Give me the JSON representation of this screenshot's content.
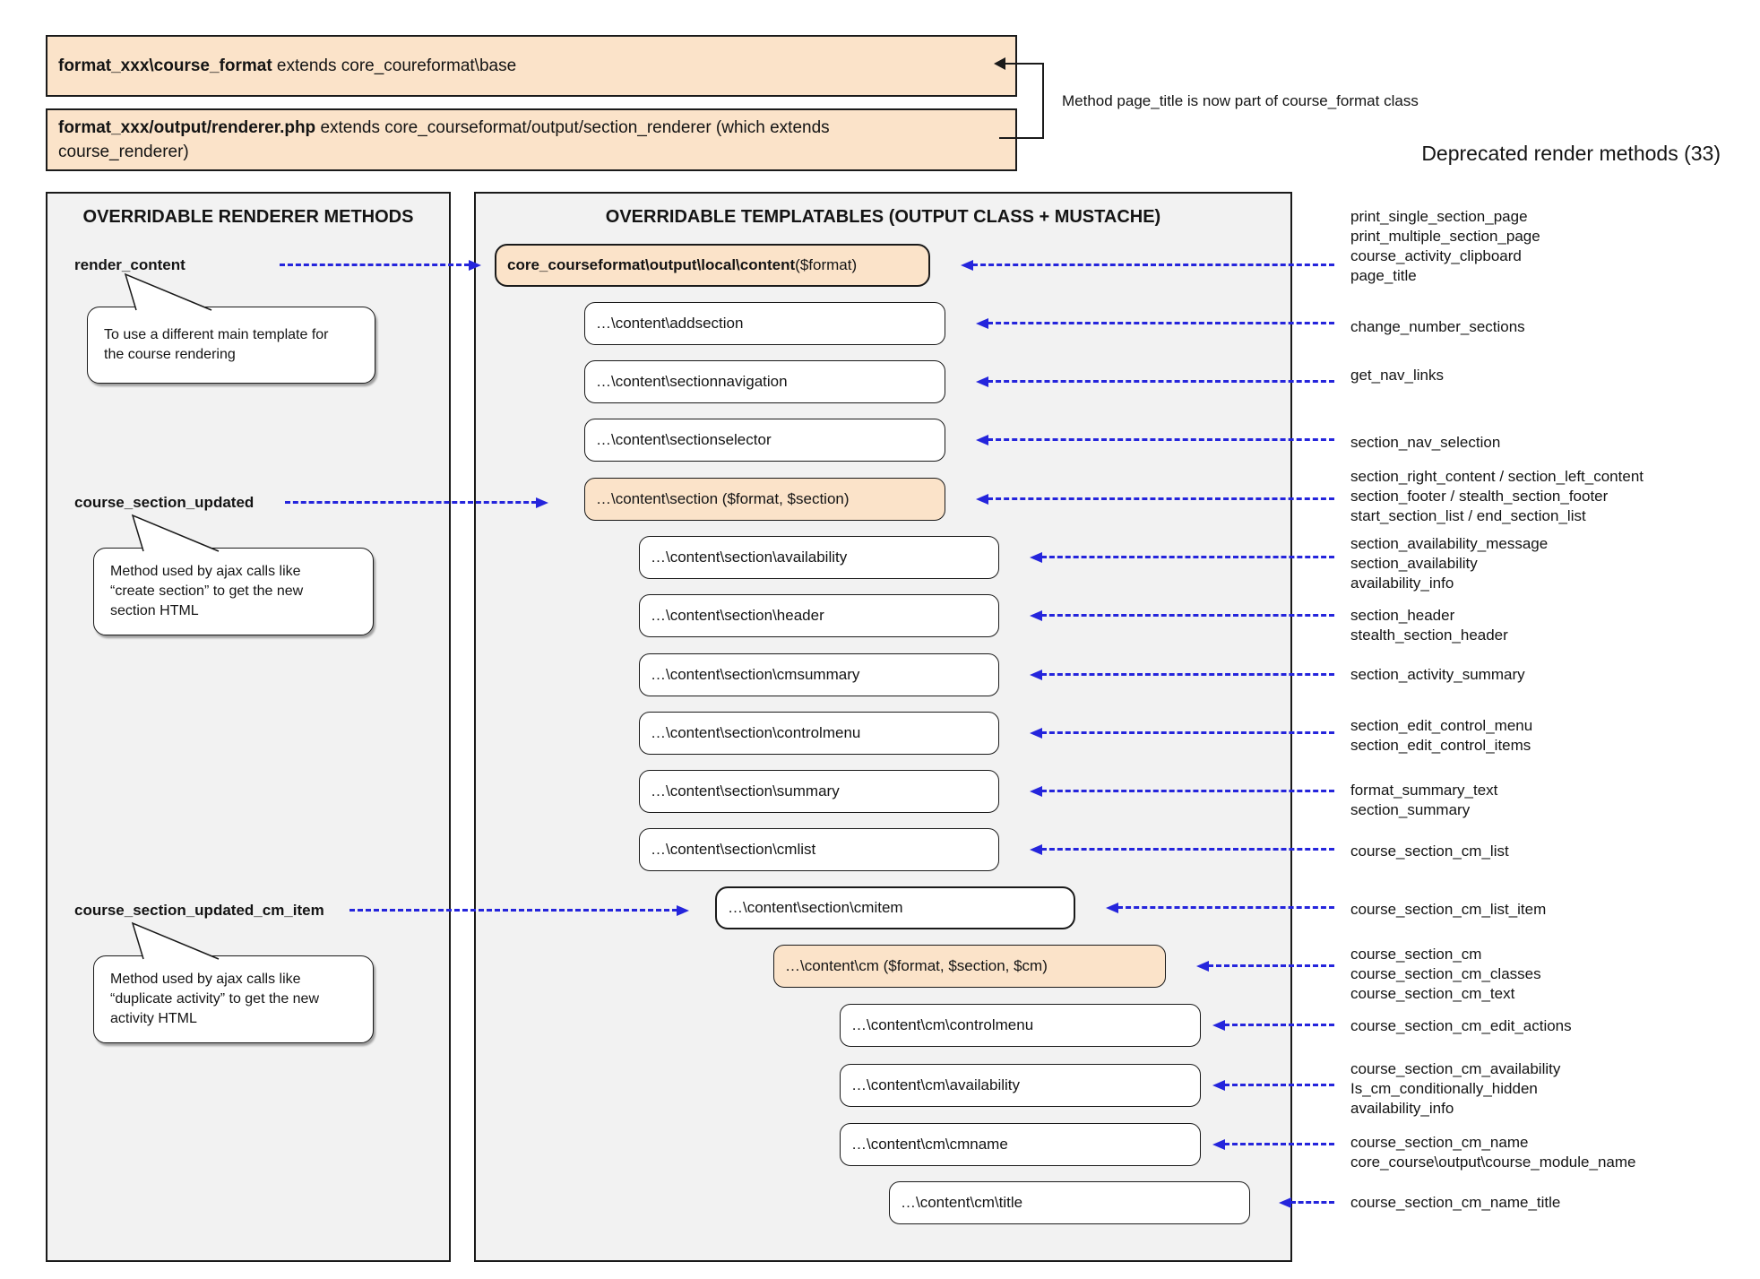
{
  "top": {
    "box1": {
      "bold": "format_xxx\\course_format",
      "rest": " extends core_coureformat\\base"
    },
    "box2": {
      "bold": "format_xxx/output/renderer.php",
      "rest": " extends core_courseformat/output/section_renderer (which extends",
      "line2": "course_renderer)"
    },
    "note": "Method page_title is now part of course_format class",
    "deprecated_title": "Deprecated render methods (33)"
  },
  "left_panel": {
    "title": "OVERRIDABLE RENDERER METHODS",
    "methods": [
      {
        "name": "render_content",
        "tooltip_lines": [
          "To use a different main template for",
          "the course rendering"
        ]
      },
      {
        "name": "course_section_updated",
        "tooltip_lines": [
          "Method used by ajax calls like",
          "“create section” to get the new",
          "section HTML"
        ]
      },
      {
        "name": "course_section_updated_cm_item",
        "tooltip_lines": [
          "Method used by ajax calls like",
          "“duplicate activity” to get the new",
          "activity HTML"
        ]
      }
    ]
  },
  "middle_panel": {
    "title": "OVERRIDABLE TEMPLATABLES (OUTPUT CLASS + MUSTACHE)",
    "boxes": [
      {
        "bold": "core_courseformat\\output\\local\\content",
        "rest": " ($format)"
      },
      {
        "label": "…\\content\\addsection"
      },
      {
        "label": "…\\content\\sectionnavigation"
      },
      {
        "label": "…\\content\\sectionselector"
      },
      {
        "label": "…\\content\\section ($format, $section)"
      },
      {
        "label": "…\\content\\section\\availability"
      },
      {
        "label": "…\\content\\section\\header"
      },
      {
        "label": "…\\content\\section\\cmsummary"
      },
      {
        "label": "…\\content\\section\\controlmenu"
      },
      {
        "label": "…\\content\\section\\summary"
      },
      {
        "label": "…\\content\\section\\cmlist"
      },
      {
        "label": "…\\content\\section\\cmitem"
      },
      {
        "label": "…\\content\\cm ($format, $section, $cm)"
      },
      {
        "label": "…\\content\\cm\\controlmenu"
      },
      {
        "label": "…\\content\\cm\\availability"
      },
      {
        "label": "…\\content\\cm\\cmname"
      },
      {
        "label": "…\\content\\cm\\title"
      }
    ]
  },
  "deprecated": {
    "groups": [
      {
        "lines": [
          "print_single_section_page",
          "print_multiple_section_page",
          "course_activity_clipboard",
          "page_title"
        ]
      },
      {
        "lines": [
          "change_number_sections"
        ]
      },
      {
        "lines": [
          "get_nav_links"
        ]
      },
      {
        "lines": [
          "section_nav_selection"
        ]
      },
      {
        "lines": [
          "section_right_content / section_left_content",
          "section_footer / stealth_section_footer",
          "start_section_list / end_section_list"
        ]
      },
      {
        "lines": [
          "section_availability_message",
          "section_availability",
          "availability_info"
        ]
      },
      {
        "lines": [
          "section_header",
          "stealth_section_header"
        ]
      },
      {
        "lines": [
          "section_activity_summary"
        ]
      },
      {
        "lines": [
          "section_edit_control_menu",
          "section_edit_control_items"
        ]
      },
      {
        "lines": [
          "format_summary_text",
          "section_summary"
        ]
      },
      {
        "lines": [
          "course_section_cm_list"
        ]
      },
      {
        "lines": [
          "course_section_cm_list_item"
        ]
      },
      {
        "lines": [
          "course_section_cm",
          "course_section_cm_classes",
          "course_section_cm_text"
        ]
      },
      {
        "lines": [
          "course_section_cm_edit_actions"
        ]
      },
      {
        "lines": [
          "course_section_cm_availability",
          "Is_cm_conditionally_hidden",
          "availability_info"
        ]
      },
      {
        "lines": [
          "course_section_cm_name",
          "core_course\\output\\course_module_name"
        ]
      },
      {
        "lines": [
          "course_section_cm_name_title"
        ]
      }
    ]
  },
  "colors": {
    "highlight": "#fbe3c9",
    "panel_fill": "#f2f2f2",
    "arrow_blue": "#2525dc"
  }
}
